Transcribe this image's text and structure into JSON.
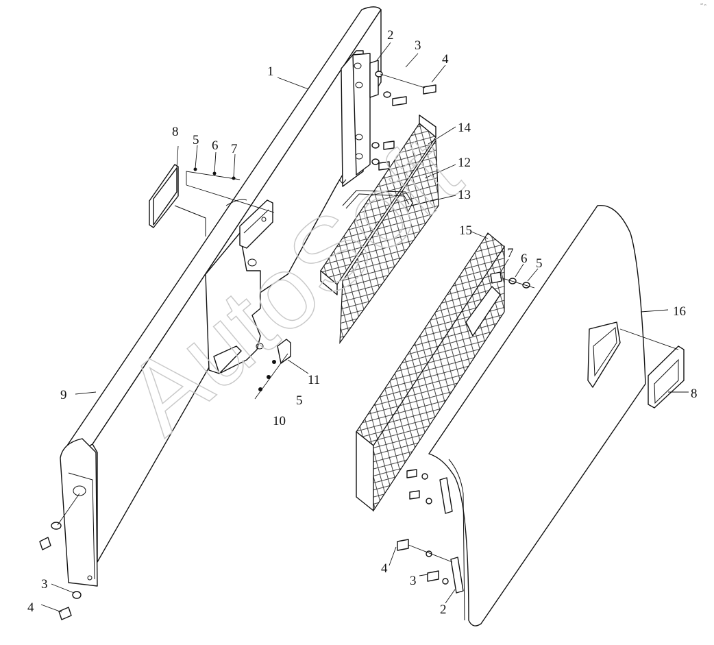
{
  "watermark": "AutoSoft",
  "corner_mark": "°' ⁿ",
  "callouts": {
    "c1": "1",
    "c2a": "2",
    "c3a": "3",
    "c4a": "4",
    "c14": "14",
    "c12": "12",
    "c13": "13",
    "c8a": "8",
    "c5a": "5",
    "c6a": "6",
    "c7a": "7",
    "c15": "15",
    "c7b": "7",
    "c6b": "6",
    "c5b": "5",
    "c16": "16",
    "c11": "11",
    "c5c": "5",
    "c10": "10",
    "c9": "9",
    "c8b": "8",
    "c3b": "3",
    "c4b": "4",
    "c4c": "4",
    "c3c": "3",
    "c2b": "2"
  }
}
